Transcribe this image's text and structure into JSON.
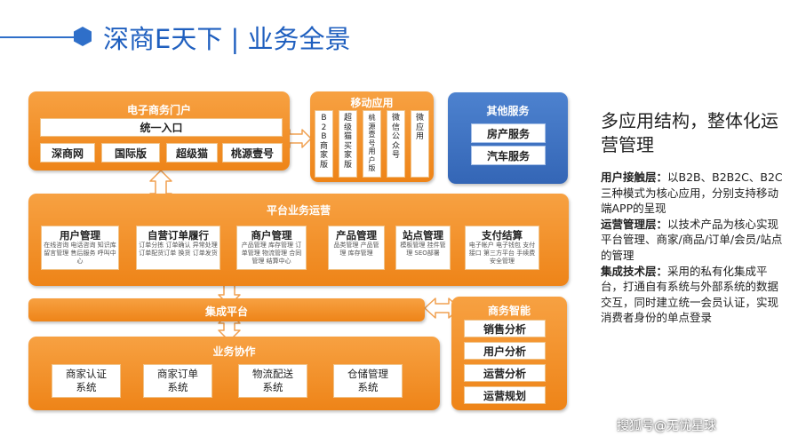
{
  "title": "深商E天下 | 业务全景",
  "ecommerce": {
    "title": "电子商务门户",
    "entry": "统一入口",
    "sites": [
      "深商网",
      "国际版",
      "超级猫",
      "桃源壹号"
    ]
  },
  "mobile": {
    "title": "移动应用",
    "items": [
      "B2B商家版",
      "超级猫买家版",
      "桃源壹号用户版",
      "微信公众号",
      "微应用"
    ]
  },
  "other": {
    "title": "其他服务",
    "items": [
      "房产服务",
      "汽车服务"
    ]
  },
  "platform": {
    "title": "平台业务运营",
    "modules": [
      {
        "title": "用户管理",
        "sub": "在线咨询 电话咨询 知识库 留言管理 售后服务 呼叫中心"
      },
      {
        "title": "自营订单履行",
        "sub": "订单分拣 订单确认 异常处理 订单配货订单 换货 订单发货"
      },
      {
        "title": "商户管理",
        "sub": "产品管理 库存管理 订单管理 物流管理 合同管理 结算中心"
      },
      {
        "title": "产品管理",
        "sub": "品类管理 产品管理 库存管理"
      },
      {
        "title": "站点管理",
        "sub": "模板管理 挂件管理 SEO部署"
      },
      {
        "title": "支付结算",
        "sub": "电子帐户 电子钱包 支付接口 第三方平台 手续费 安全管理"
      }
    ]
  },
  "integration": {
    "title": "集成平台"
  },
  "bi": {
    "title": "商务智能",
    "items": [
      "销售分析",
      "用户分析",
      "运营分析",
      "运营规划"
    ]
  },
  "collab": {
    "title": "业务协作",
    "items": [
      "商家认证系统",
      "商家订单系统",
      "物流配送系统",
      "仓储管理系统"
    ]
  },
  "right": {
    "heading": "多应用结构，整体化运营管理",
    "p1_label": "用户接触层：",
    "p1_text": "以B2B、B2B2C、B2C三种模式为核心应用，分别支持移动端APP的呈现",
    "p2_label": "运营管理层：",
    "p2_text": "以技术产品为核心实现平台管理、商家/商品/订单/会员/站点的管理",
    "p3_label": "集成技术层：",
    "p3_text": "采用的私有化集成平台，打通自有系统与外部系统的数据交互，同时建立统一会员认证，实现消费者身份的单点登录"
  },
  "footer": "搜狐号@无忧星球"
}
